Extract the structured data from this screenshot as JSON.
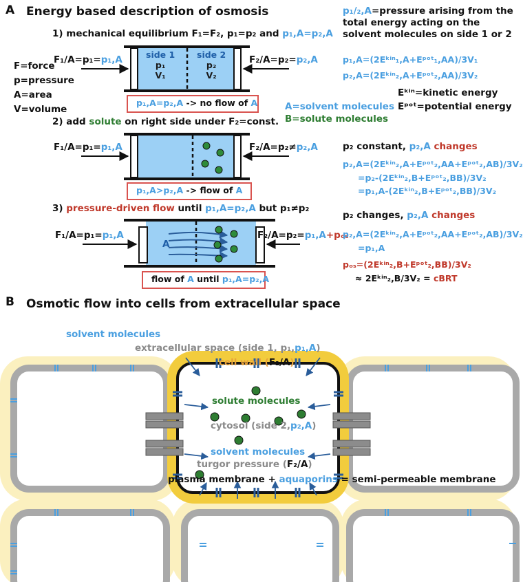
{
  "panelA": {
    "letter": "A",
    "title": "Energy based description of osmosis",
    "step1": "1) mechanical equilibrium F₁=F₂, p₁=p₂ and ",
    "step1_cond": "p₁,A=p₂,A",
    "step2_pre": "2) add ",
    "step2_solute": "solute",
    "step2_post": " on right side under F₂=const.",
    "step3_pre": "3) ",
    "step3_flow": "pressure-driven flow",
    "step3_mid": " until ",
    "step3_cond": "p₁,A=p₂,A",
    "step3_post": " but p₁≠p₂",
    "legend_left": [
      "F=force",
      "p=pressure",
      "A=area",
      "V=volume"
    ],
    "left_force_label": "F₁/A=p₁=",
    "left_force_val": "p₁,A",
    "right_force_label1": "F₂/A=p₂=",
    "right_force_val1": "p₂,A",
    "right_force_label2": "F₂/A=p₂≠",
    "right_force_val2": "p₂,A",
    "right_force_label3": "F₂/A=p₂=",
    "right_force_val3": "p₁,A",
    "right_force_pos": "+pₒₛ",
    "side1": [
      "side 1",
      "p₁",
      "V₁"
    ],
    "side2": [
      "side 2",
      "p₂",
      "V₂"
    ],
    "A_label": "A",
    "box1_val": "p₁,A=p₂,A",
    "box1_txt": " -> no flow of ",
    "box1_A": "A",
    "box2_val": "p₁,A>p₂,A",
    "box2_txt": " -> flow of ",
    "box2_A": "A",
    "box3_txt": "flow of ",
    "box3_A": "A",
    "box3_mid": " until ",
    "box3_val": "p₁,A=p₂,A",
    "right_def": [
      "p₁/₂,A",
      "=pressure arising from the",
      "total energy acting on the",
      "solvent molecules on side 1 or 2"
    ],
    "eq1": "p₁,A=(2Eᵏⁱⁿ₁,A+Eᵖᵒᵗ₁,AA)/3V₁",
    "eq2": "p₂,A=(2Eᵏⁱⁿ₂,A+Eᵖᵒᵗ₂,AA)/3V₂",
    "ekin": "Eᵏⁱⁿ=kinetic energy",
    "epot": "Eᵖᵒᵗ=potential energy",
    "leg_solvent": "A=solvent molecules",
    "leg_solute": "B=solute molecules",
    "s2_head_pre": "p₂ constant, ",
    "s2_head_val": "p₂,A",
    "s2_head_post": " changes",
    "s2_eq1": "p₂,A=(2Eᵏⁱⁿ₂,A+Eᵖᵒᵗ₂,AA+Eᵖᵒᵗ₂,AB)/3V₂",
    "s2_eq2": "=p₂-(2Eᵏⁱⁿ₂,B+Eᵖᵒᵗ₂,BB)/3V₂",
    "s2_eq3": "=p₁,A-(2Eᵏⁱⁿ₂,B+Eᵖᵒᵗ₂,BB)/3V₂",
    "s3_head_pre": "p₂ changes, ",
    "s3_head_val": "p₂,A",
    "s3_head_post": " changes",
    "s3_eq1": "p₂,A=(2Eᵏⁱⁿ₂,A+Eᵖᵒᵗ₂,AA+Eᵖᵒᵗ₂,AB)/3V₂",
    "s3_eq2": "=p₁,A",
    "s3_eq3": "pₒₛ=(2Eᵏⁱⁿ₂,B+Eᵖᵒᵗ₂,BB)/3V₂",
    "s3_eq4_pre": "≈ 2Eᵏⁱⁿ₂,B/3V₂ = ",
    "s3_eq4_val": "cBRT"
  },
  "panelB": {
    "letter": "B",
    "title": "Osmotic flow into cells from extracellular space",
    "solvent_top": "solvent molecules",
    "extracellular_pre": "extracellular space (side 1, p₁,",
    "extracellular_val": "p₁,A",
    "extracellular_post": ")",
    "cell_wall": "cell wall (",
    "cell_wall_val": "F₂/A",
    "cell_wall_post": ")",
    "solute_mol": "solute molecules",
    "cytosol_pre": "cytosol (side 2,",
    "cytosol_val": "p₂,A",
    "cytosol_post": ")",
    "solvent_mid": "solvent molecules",
    "turgor_pre": "turgor pressure (",
    "turgor_val": "F₂/A",
    "turgor_post": ")",
    "membrane_pre": "plasma membrane + ",
    "membrane_aqua": "aquaporins",
    "membrane_post": " = semi-permeable membrane"
  },
  "colors": {
    "solvent": "#4a9fe0",
    "solute": "#2e7d32",
    "highlight": "#c0392b",
    "cellwall": "#f2cc3d",
    "cytosol": "#e9f4fc"
  }
}
